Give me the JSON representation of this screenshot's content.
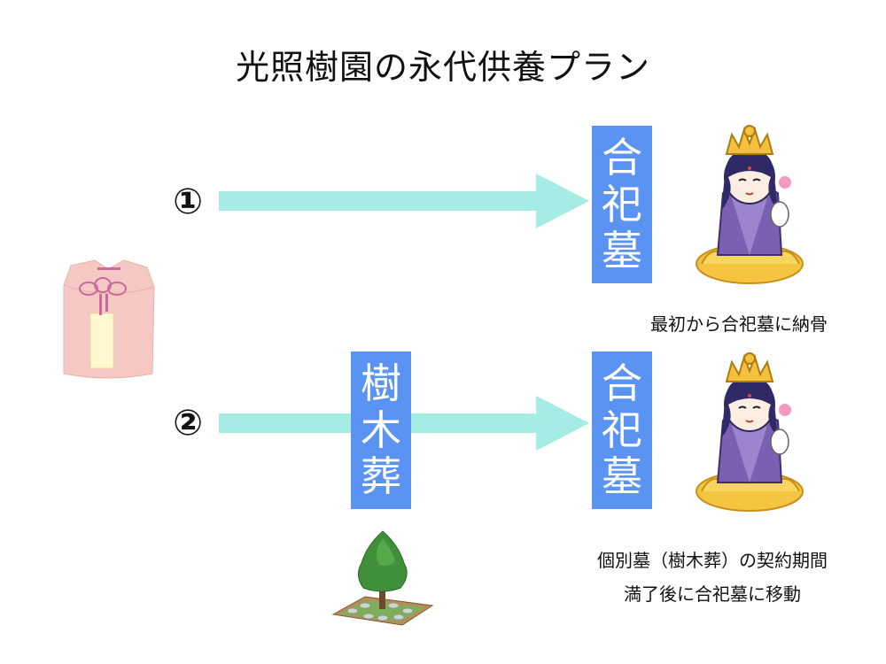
{
  "title": "光照樹園の永代供養プラン",
  "plans": [
    {
      "number": "①",
      "destination_chars": [
        "合",
        "祀",
        "墓"
      ],
      "caption_lines": [
        "最初から合祀墓に納骨"
      ]
    },
    {
      "number": "②",
      "intermediate_chars": [
        "樹",
        "木",
        "葬"
      ],
      "destination_chars": [
        "合",
        "祀",
        "墓"
      ],
      "caption_lines": [
        "個別墓（樹木葬）の契約期間",
        "満了後に合祀墓に移動"
      ]
    }
  ],
  "colors": {
    "arrow": "#a4ece4",
    "box": "#5b93f2",
    "box_text": "#ffffff"
  },
  "icons": [
    "urn-bag-icon",
    "kannon-statue-icon",
    "tree-icon"
  ]
}
